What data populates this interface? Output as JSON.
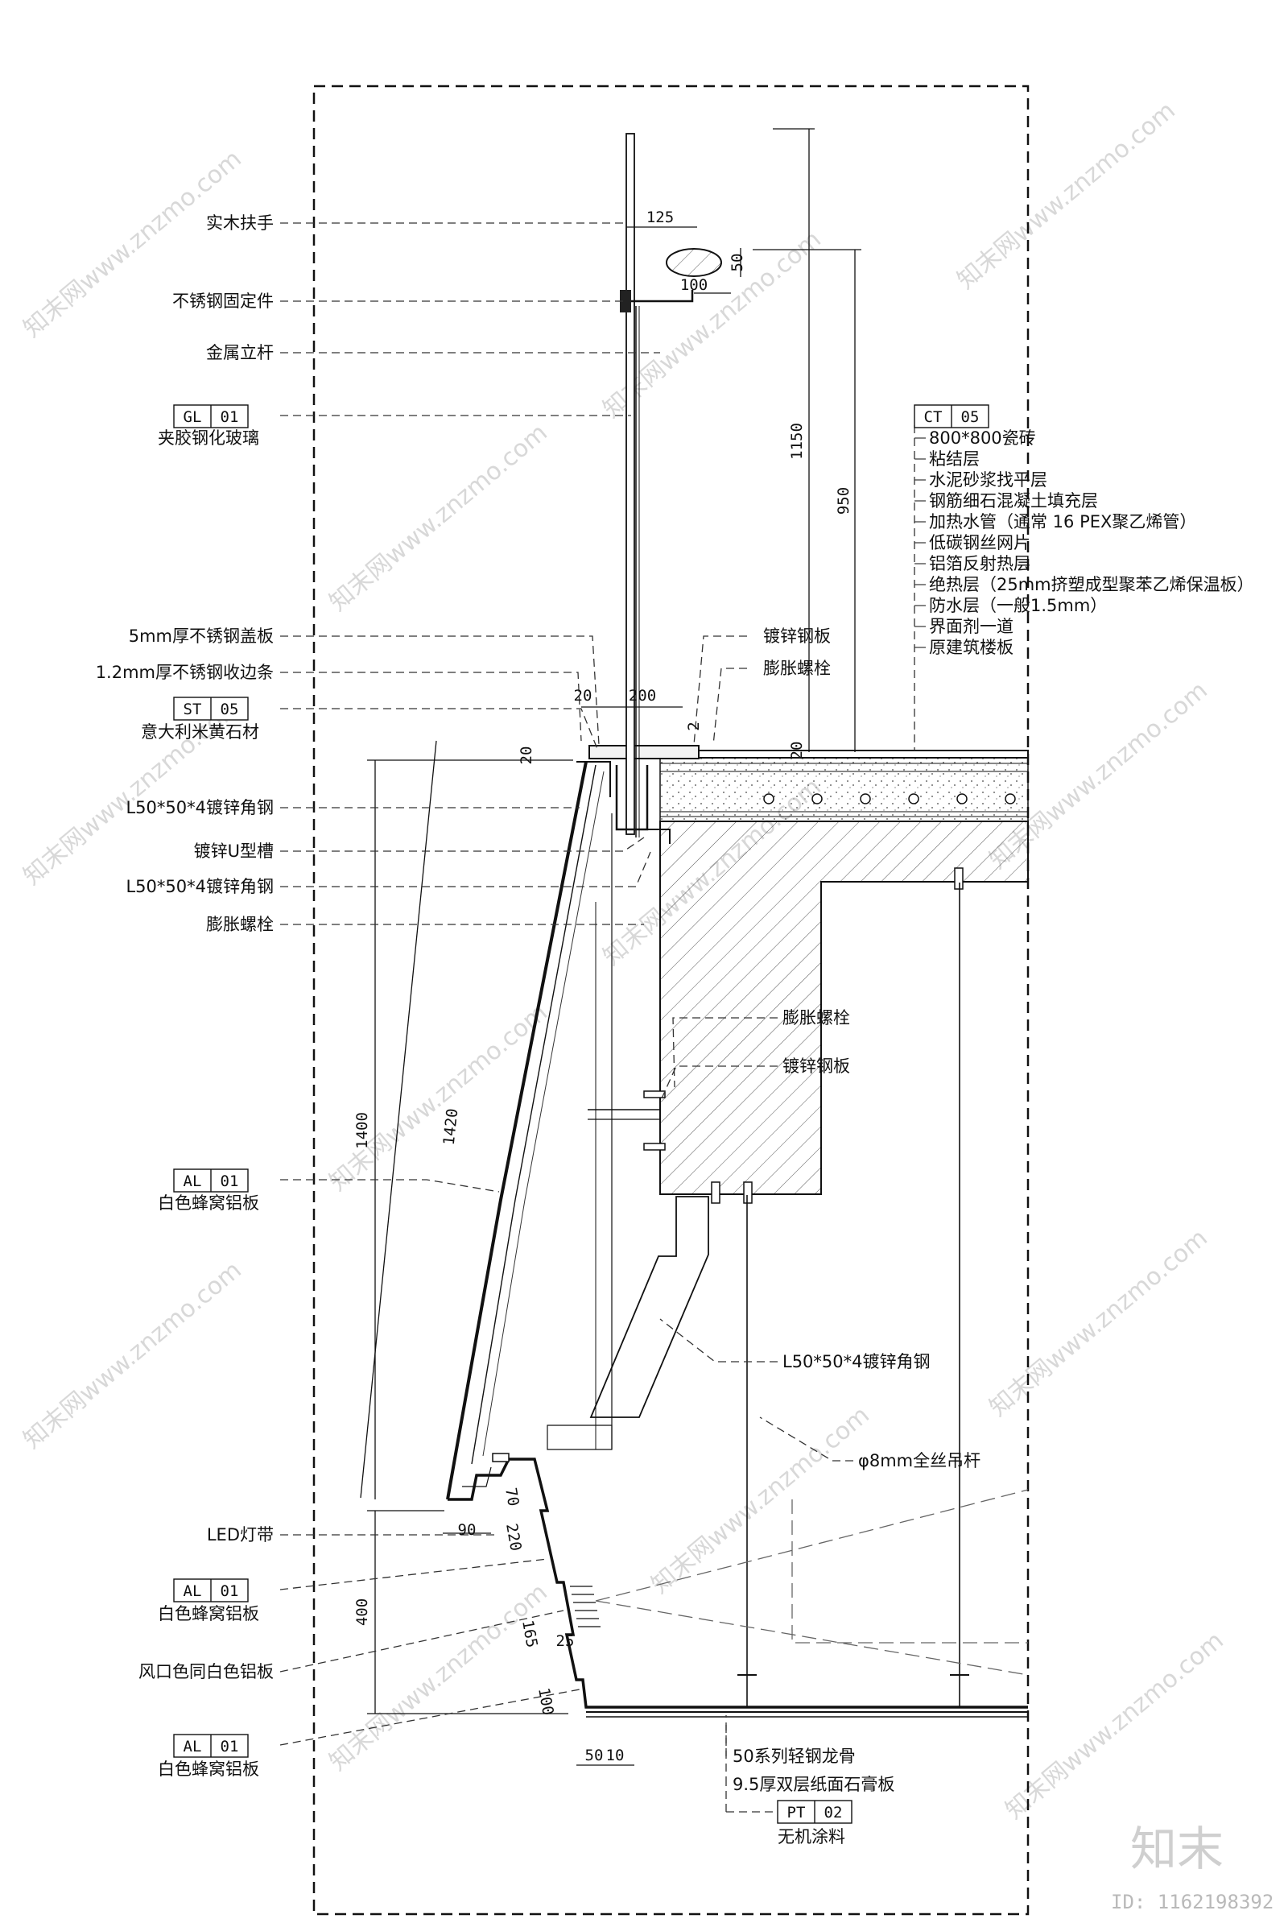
{
  "left_labels": [
    {
      "id": "handrail",
      "text": "实木扶手"
    },
    {
      "id": "ss-fixing",
      "text": "不锈钢固定件"
    },
    {
      "id": "metal-post",
      "text": "金属立杆"
    },
    {
      "id": "glass-tag",
      "tag_code": "GL",
      "tag_num": "01",
      "text": "夹胶钢化玻璃"
    },
    {
      "id": "ss-cover",
      "text": "5mm厚不锈钢盖板"
    },
    {
      "id": "ss-trim",
      "text": "1.2mm厚不锈钢收边条"
    },
    {
      "id": "stone-tag",
      "tag_code": "ST",
      "tag_num": "05",
      "text": "意大利米黄石材"
    },
    {
      "id": "angle-1",
      "text": "L50*50*4镀锌角钢"
    },
    {
      "id": "u-channel",
      "text": "镀锌U型槽"
    },
    {
      "id": "angle-2",
      "text": "L50*50*4镀锌角钢"
    },
    {
      "id": "bolt-left",
      "text": "膨胀螺栓"
    },
    {
      "id": "al-tag-1",
      "tag_code": "AL",
      "tag_num": "01",
      "text": "白色蜂窝铝板"
    },
    {
      "id": "led",
      "text": "LED灯带"
    },
    {
      "id": "al-tag-2",
      "tag_code": "AL",
      "tag_num": "01",
      "text": "白色蜂窝铝板"
    },
    {
      "id": "vent",
      "text": "风口色同白色铝板"
    },
    {
      "id": "al-tag-3",
      "tag_code": "AL",
      "tag_num": "01",
      "text": "白色蜂窝铝板"
    }
  ],
  "floor_layers": {
    "tag_code": "CT",
    "tag_num": "05",
    "items": [
      "800*800瓷砖",
      "粘结层",
      "水泥砂浆找平层",
      "钢筋细石混凝土填充层",
      "加热水管（通常  16 PEX聚乙烯管）",
      "低碳钢丝网片",
      "铝箔反射热层",
      "绝热层（25mm挤塑成型聚苯乙烯保温板）",
      "防水层（一般1.5mm）",
      "界面剂一道",
      "原建筑楼板"
    ]
  },
  "inner_labels": {
    "galv_plate_top": "镀锌钢板",
    "bolt_top": "膨胀螺栓",
    "bolt_mid": "膨胀螺栓",
    "galv_plate_mid": "镀锌钢板",
    "angle_lower": "L50*50*4镀锌角钢",
    "hanger": "φ8mm全丝吊杆"
  },
  "bottom_labels": {
    "keel": "50系列轻钢龙骨",
    "gypsum": "9.5厚双层纸面石膏板",
    "paint_tag_code": "PT",
    "paint_tag_num": "02",
    "paint": "无机涂料"
  },
  "dimensions": {
    "d125": "125",
    "d50": "50",
    "d100_top": "100",
    "d1150": "1150",
    "d950": "950",
    "d20_a": "20",
    "d200": "200",
    "d2": "2",
    "d20_b": "20",
    "d20_c": "20",
    "d1420": "1420",
    "d1400": "1400",
    "d70": "70",
    "d90": "90",
    "d220": "220",
    "d400": "400",
    "d165": "165",
    "d25": "25",
    "d100_bot": "100",
    "d50_bot": "50",
    "d10_bot": "10"
  },
  "watermark_text": "知末网www.znzmo.com",
  "brand": "知末",
  "image_id": "ID: 1162198392"
}
